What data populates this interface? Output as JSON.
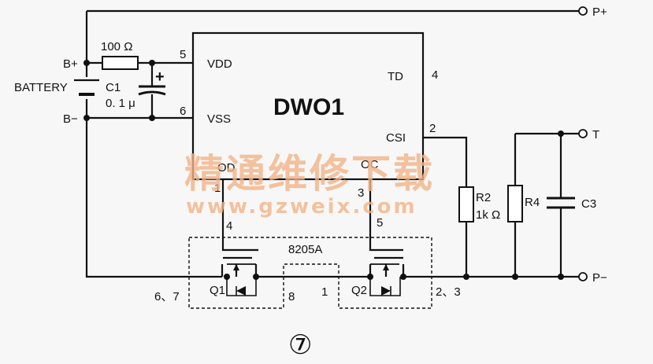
{
  "ic": {
    "name": "DWO1",
    "pins": {
      "vdd": "VDD",
      "vss": "VSS",
      "td": "TD",
      "csi": "CSI",
      "od": "OD",
      "oc": "OC",
      "n5": "5",
      "n6": "6",
      "n4": "4",
      "n2": "2",
      "n1": "1",
      "n3": "3"
    }
  },
  "terminals": {
    "p_plus": "P+",
    "p_minus": "P−",
    "t": "T",
    "b_plus": "B+",
    "b_minus": "B−"
  },
  "battery": "BATTERY",
  "components": {
    "r_top": "100 Ω",
    "c1": "C1",
    "c1_value": "0. 1 μ",
    "cap_plus": "+",
    "r2": "R2",
    "r2_value": "1k Ω",
    "r4": "R4",
    "c3": "C3"
  },
  "mosfet": {
    "package": "8205A",
    "q1": "Q1",
    "q2": "Q2",
    "gate_q1": "4",
    "gate_q2": "5",
    "pins_left": "6、7",
    "pin8": "8",
    "pin1": "1",
    "pins_right": "2、3"
  },
  "figure_number": "⑦",
  "watermark": {
    "cn": "精通维修下载",
    "url": "www.gzweix.com"
  }
}
